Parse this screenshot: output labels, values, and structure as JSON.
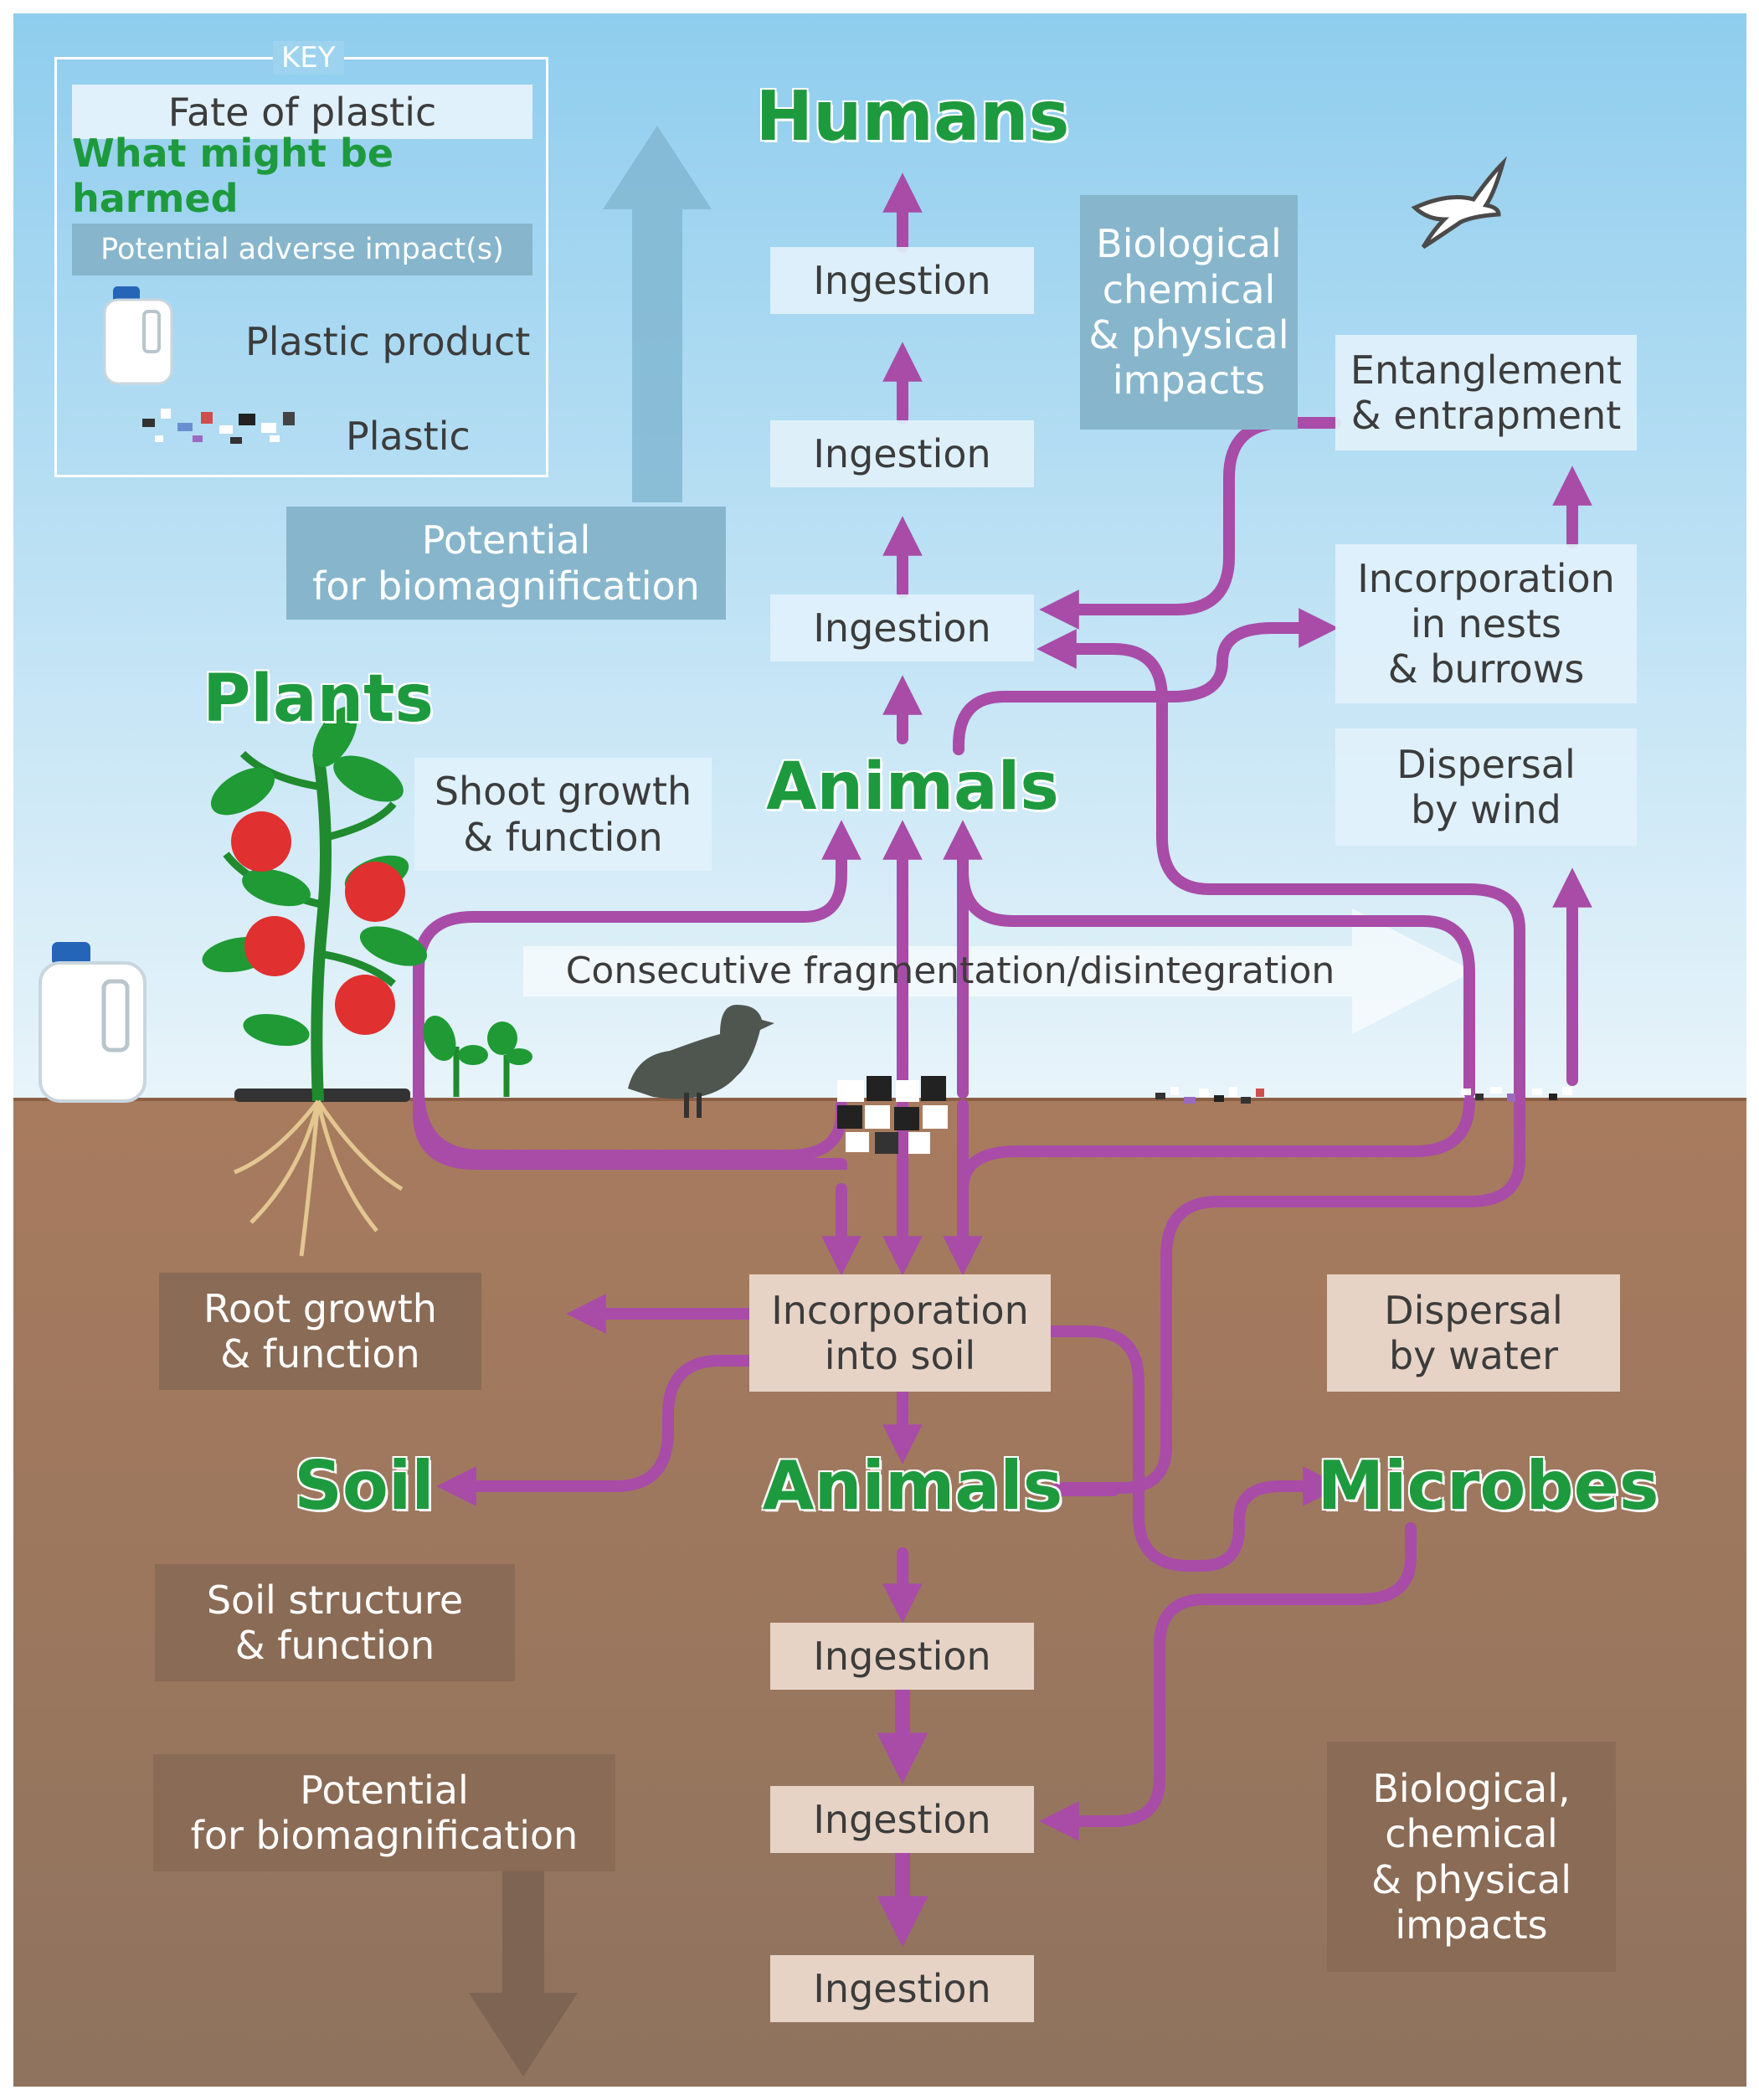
{
  "key": {
    "title": "KEY",
    "fate_of_plastic": "Fate of plastic",
    "what_might_be_harmed": "What might be harmed",
    "potential_adverse_impacts": "Potential adverse impact(s)",
    "plastic_product": "Plastic product",
    "plastic": "Plastic"
  },
  "above_ground": {
    "humans": "Humans",
    "animals": "Animals",
    "plants": "Plants",
    "ingestion_1": "Ingestion",
    "ingestion_2": "Ingestion",
    "ingestion_3": "Ingestion",
    "biological_impacts": "Biological\nchemical\n& physical\nimpacts",
    "entanglement": "Entanglement\n& entrapment",
    "incorporation_nests": "Incorporation\nin nests\n& burrows",
    "dispersal_wind": "Dispersal\nby wind",
    "biomagnification": "Potential\nfor biomagnification",
    "shoot_growth": "Shoot growth\n& function",
    "fragmentation": "Consecutive fragmentation/disintegration"
  },
  "below_ground": {
    "incorporation_soil": "Incorporation\ninto soil",
    "root_growth": "Root growth\n& function",
    "dispersal_water": "Dispersal\nby water",
    "soil": "Soil",
    "animals": "Animals",
    "microbes": "Microbes",
    "soil_structure": "Soil structure\n& function",
    "ingestion_1": "Ingestion",
    "ingestion_2": "Ingestion",
    "ingestion_3": "Ingestion",
    "biomagnification": "Potential\nfor biomagnification",
    "biological_impacts": "Biological,\nchemical\n& physical\nimpacts"
  },
  "colors": {
    "sky_top": "#8fcdee",
    "sky_bottom": "#e8f4fa",
    "soil_top": "#a87b5e",
    "soil_bottom": "#8f735e",
    "flow_arrow": "#a84ca8",
    "harmed_text": "#1e9a3e",
    "impact_box_sky": "#87b6cc",
    "impact_box_soil": "#8a6b55"
  },
  "icons": [
    "plastic-bottle-icon",
    "plastic-fragments-icon",
    "tomato-plant-icon",
    "seedling-icon",
    "duck-icon",
    "bird-icon"
  ]
}
